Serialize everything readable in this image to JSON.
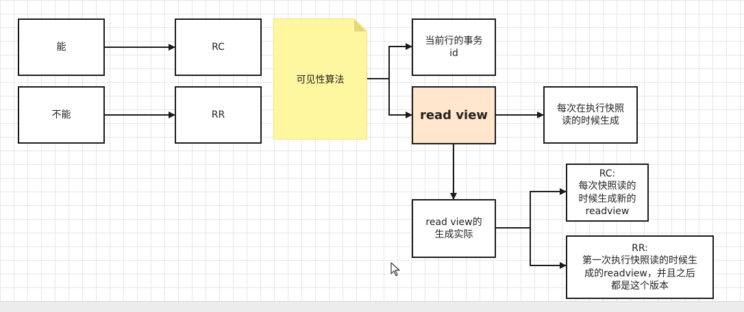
{
  "nodes": {
    "can": "能",
    "cannot": "不能",
    "rc": "RC",
    "rr": "RR",
    "visibility_algorithm": "可见性算法",
    "current_tx_id": "当前行的事务\nid",
    "read_view": "read view",
    "snapshot_each": "每次在执行快照\n读的时候生成",
    "read_view_generation": "read view的\n生成实际",
    "rc_detail": "RC:\n每次快照读的\n时候生成新的\nreadview",
    "rr_detail": "RR:\n第一次执行快照读的时候生\n成的readview，并且之后\n都是这个版本"
  },
  "colors": {
    "note_fill": "#fff6a0",
    "read_view_fill": "#ffe6cc",
    "border": "#1a1a1a",
    "grid": "#e6e6e6"
  }
}
